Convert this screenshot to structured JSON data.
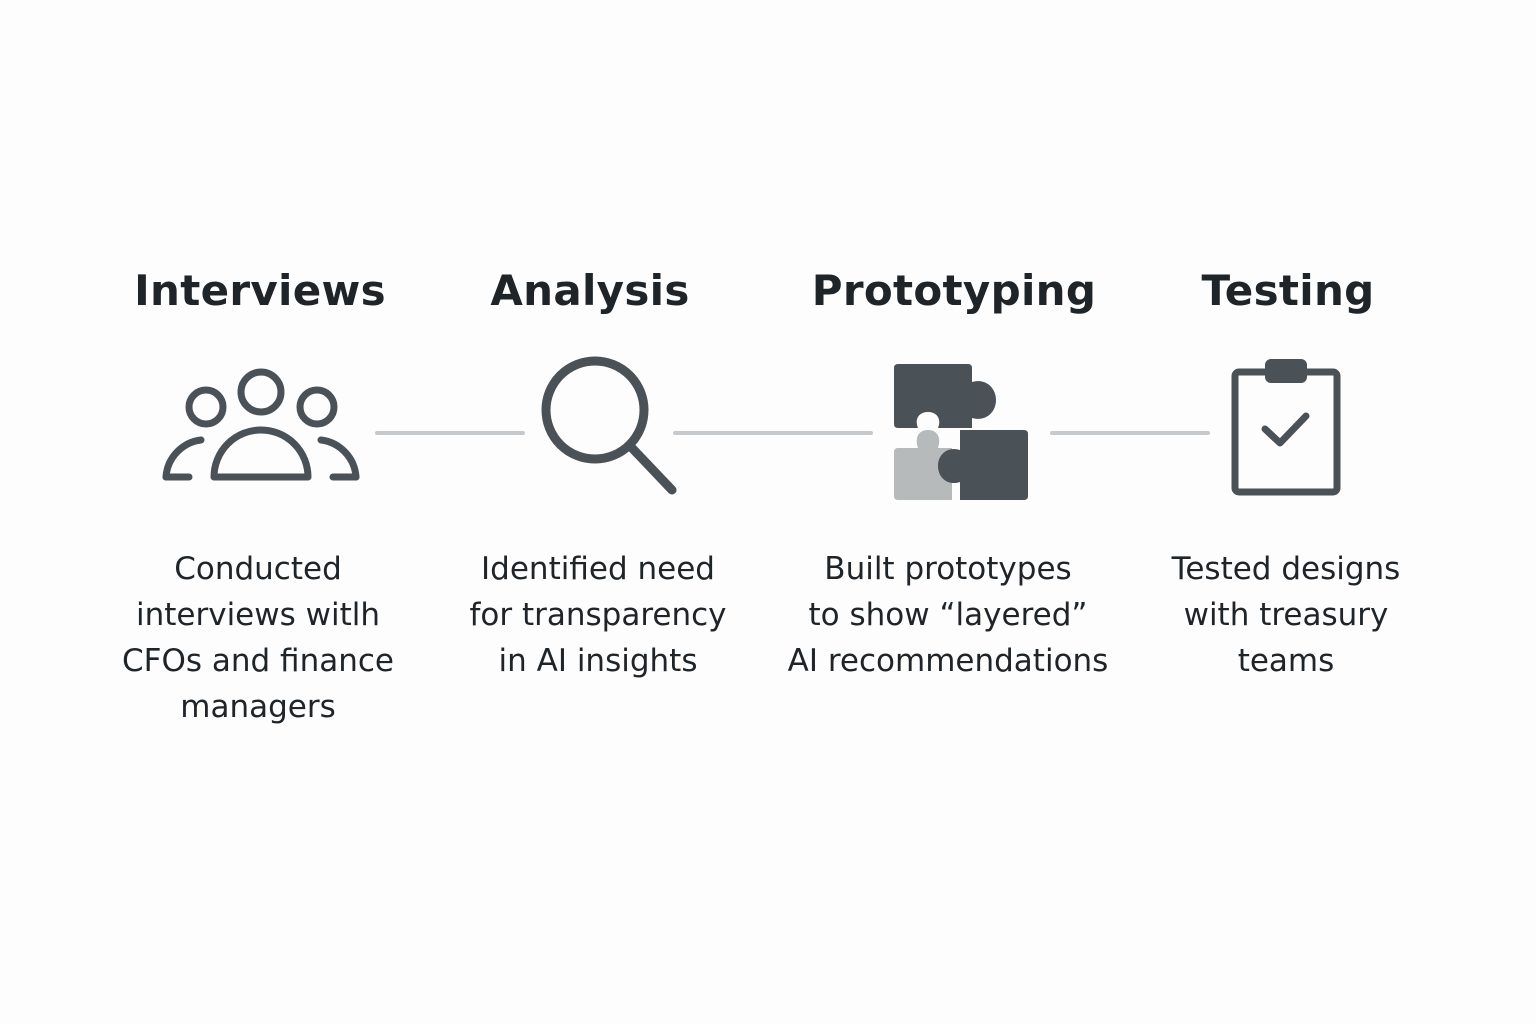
{
  "colors": {
    "icon": "#4a5157",
    "icon_light": "#b6babb",
    "connector": "#c7cacc",
    "text": "#1f2428",
    "background": "#fdfdfd"
  },
  "steps": [
    {
      "title": "Interviews",
      "icon": "people-group-icon",
      "description": "Conducted\ninterviews witlh\nCFOs and finance\nmanagers"
    },
    {
      "title": "Analysis",
      "icon": "magnifier-icon",
      "description": "Identified need\nfor transparency\nin AI insights"
    },
    {
      "title": "Prototyping",
      "icon": "puzzle-pieces-icon",
      "description": "Built prototypes\nto show “layered”\nAI recommendations"
    },
    {
      "title": "Testing",
      "icon": "clipboard-check-icon",
      "description": "Tested designs\nwith treasury\nteams"
    }
  ]
}
